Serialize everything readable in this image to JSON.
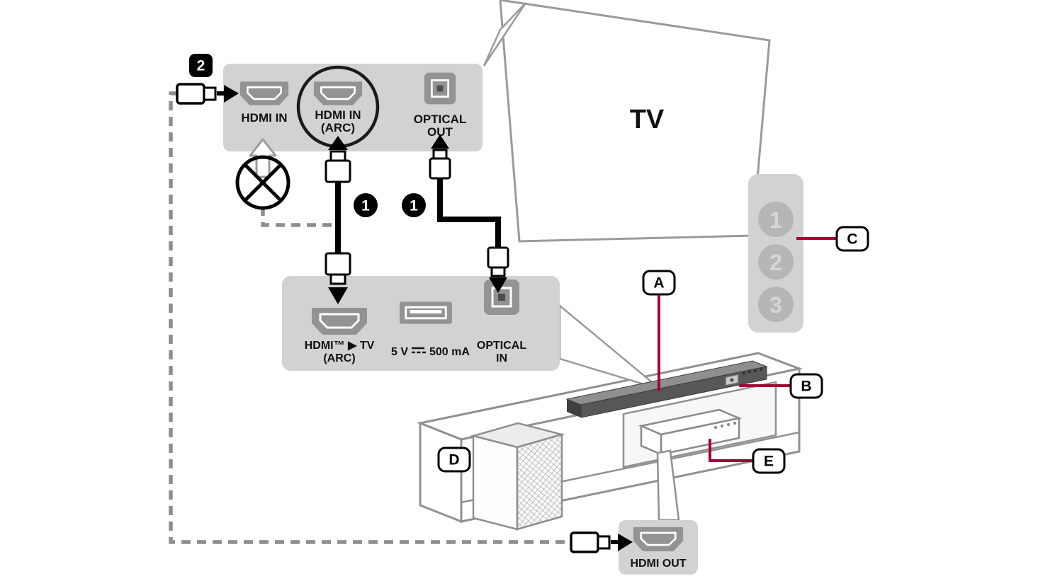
{
  "colors": {
    "accent": "#a50034",
    "panel_gray": "#d2d2d2",
    "port_gray": "#939393",
    "cable_black": "#000000",
    "dash_gray": "#8e8e8e"
  },
  "tv": {
    "label": "TV"
  },
  "tv_rear_panel": {
    "hdmi_in_label": "HDMI IN",
    "hdmi_arc_label_1": "HDMI IN",
    "hdmi_arc_label_2": "(ARC)",
    "optical_out_label_1": "OPTICAL",
    "optical_out_label_2": "OUT"
  },
  "soundbar_rear_panel": {
    "hdmi_arc_label_1": "HDMI™ ▶ TV",
    "hdmi_arc_label_2": "(ARC)",
    "usb_label_volt": "5 V",
    "usb_label_current": "500 mA",
    "optical_in_label_1": "OPTICAL",
    "optical_in_label_2": "IN"
  },
  "set_top_box_panel": {
    "hdmi_out_label": "HDMI OUT"
  },
  "tv_inputs_panel": {
    "ports": [
      "1",
      "2",
      "3"
    ]
  },
  "steps": {
    "hdmi_arc_cable": "1",
    "optical_cable": "1",
    "hdmi_out_cable": "2"
  },
  "callouts": {
    "a": "A",
    "b": "B",
    "c": "C",
    "d": "D",
    "e": "E"
  }
}
